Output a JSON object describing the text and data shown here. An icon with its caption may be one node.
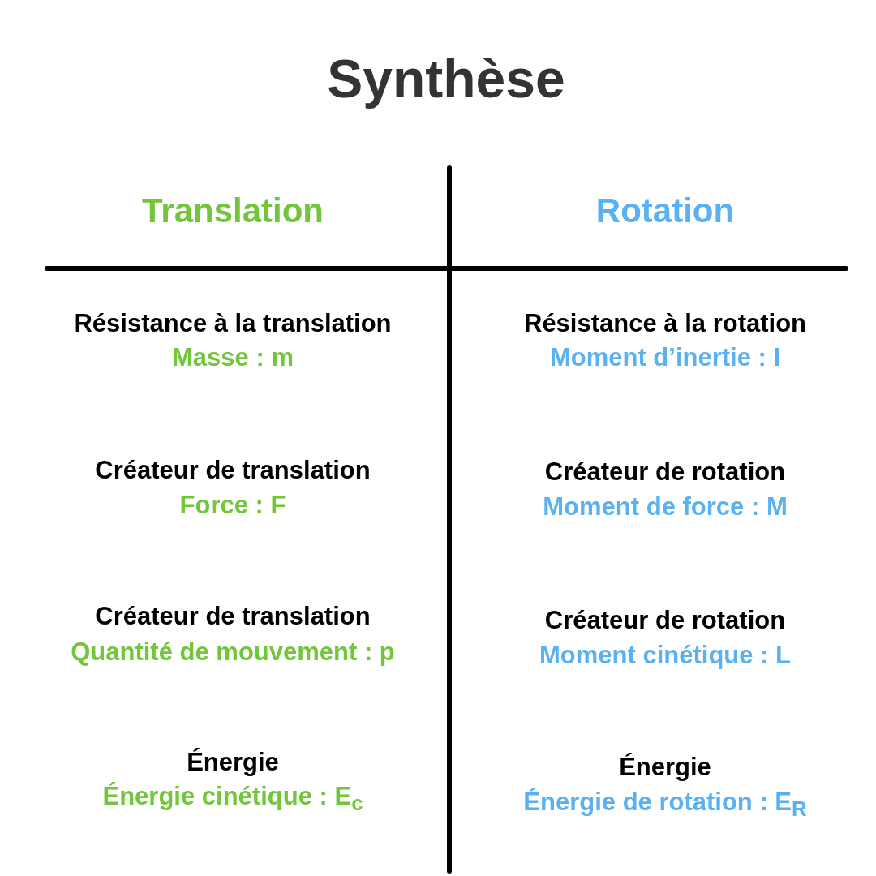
{
  "diagram": {
    "title": "Synthèse",
    "labels": [
      "Translation",
      "Rotation",
      "Résistance à la translation",
      "Masse : m",
      "Résistance à la rotation",
      "Moment d’inertie : I",
      "Créateur de translation",
      "Force : F",
      "Créateur de rotation",
      "Moment de force : M",
      "Créateur de translation",
      "Quantité de mouvement : p",
      "Créateur de rotation",
      "Moment cinétique : L",
      "Énergie",
      "Énergie cinétique : E$_{c}$",
      "Énergie",
      "Énergie de rotation : E$_{R}$"
    ]
  }
}
